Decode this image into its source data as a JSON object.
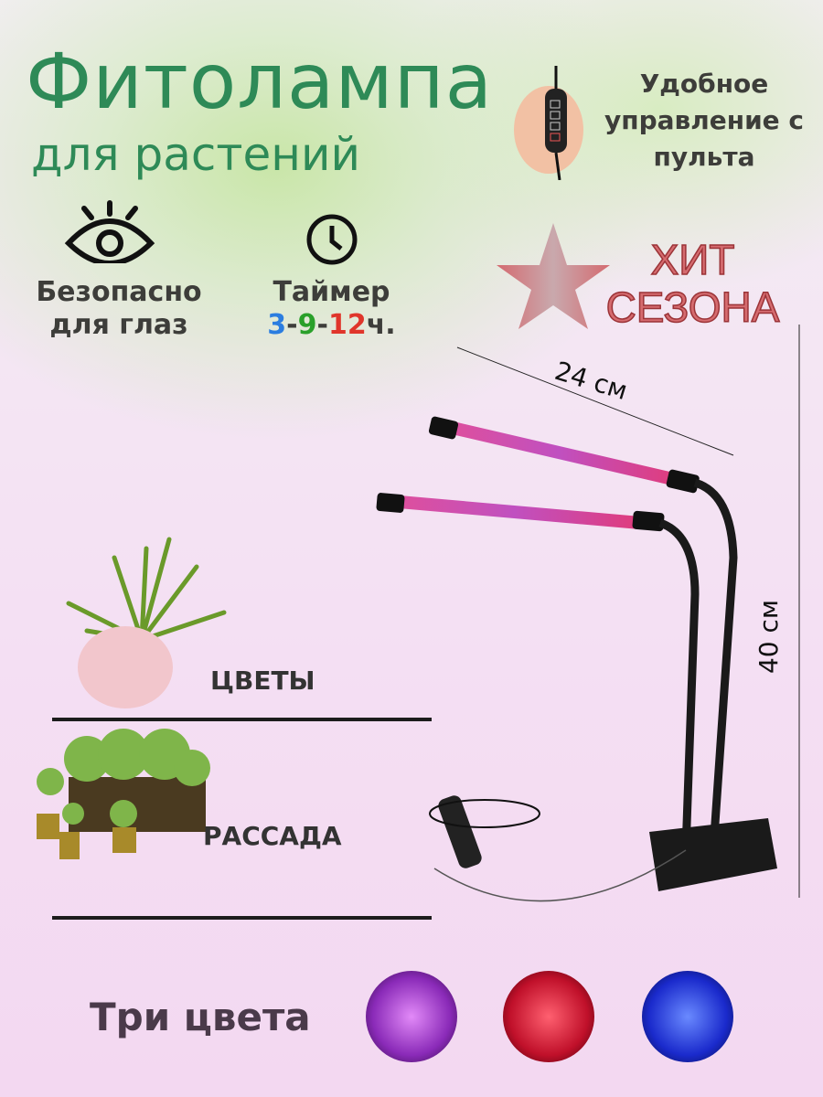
{
  "header": {
    "title": "Фитолампа",
    "subtitle": "для растений"
  },
  "remote": {
    "text_line1": "Удобное",
    "text_line2": "управление с",
    "text_line3": "пульта"
  },
  "features": {
    "eye": {
      "line1": "Безопасно",
      "line2": "для глаз"
    },
    "timer": {
      "line1": "Таймер",
      "t1": "3",
      "sep1": "-",
      "t2": "9",
      "sep2": "-",
      "t3": "12",
      "unit": "ч."
    }
  },
  "badge": {
    "line1": "ХИТ",
    "line2": "СЕЗОНА"
  },
  "dimensions": {
    "width": "24 см",
    "height": "40 см"
  },
  "categories": [
    {
      "label": "ЦВЕТЫ"
    },
    {
      "label": "РАССАДА"
    }
  ],
  "colors_section": {
    "label": "Три цвета",
    "modes": [
      "#b84cf0",
      "#f0243c",
      "#2a4cff"
    ]
  },
  "colors": {
    "accent": "#2e8a57",
    "timer_blue": "#2b7de0",
    "timer_green": "#2aa02a",
    "timer_red": "#e0352b"
  }
}
